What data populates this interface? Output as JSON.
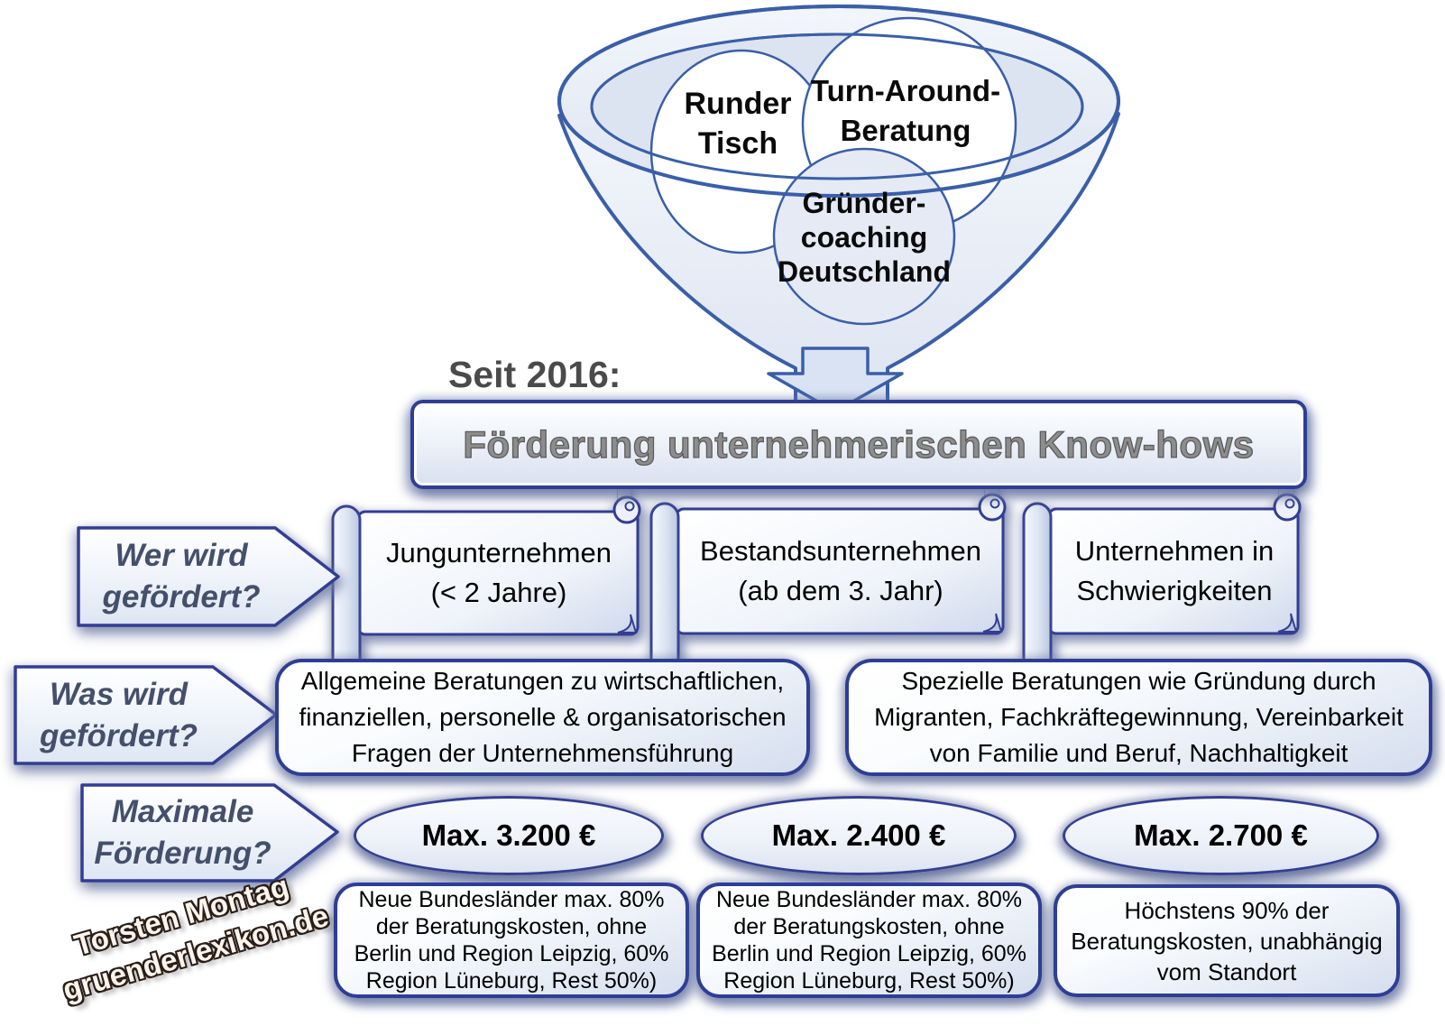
{
  "funnel": {
    "bubbles": [
      {
        "lines": [
          "Runder",
          "Tisch"
        ]
      },
      {
        "lines": [
          "Turn-Around-",
          "Beratung"
        ]
      },
      {
        "lines": [
          "Gründer-",
          "coaching",
          "Deutschland"
        ]
      }
    ]
  },
  "since_label": "Seit 2016:",
  "banner": {
    "title": "Förderung unternehmerischen Know-hows"
  },
  "question_arrows": {
    "who": {
      "lines": [
        "Wer wird",
        "gefördert?"
      ]
    },
    "what": {
      "lines": [
        "Was wird",
        "gefördert?"
      ]
    },
    "max": {
      "lines": [
        "Maximale",
        "Förderung?"
      ]
    }
  },
  "scrolls": [
    {
      "lines": [
        "Jungunternehmen",
        "(< 2 Jahre)"
      ]
    },
    {
      "lines": [
        "Bestandsunternehmen",
        "(ab dem 3. Jahr)"
      ]
    },
    {
      "lines": [
        "Unternehmen in",
        "Schwierigkeiten"
      ]
    }
  ],
  "what_boxes": [
    {
      "lines": [
        "Allgemeine Beratungen zu wirtschaftlichen,",
        "finanziellen, personelle & organisatorischen",
        "Fragen der Unternehmensführung"
      ]
    },
    {
      "lines": [
        "Spezielle Beratungen wie Gründung durch",
        "Migranten, Fachkräftegewinnung, Vereinbarkeit",
        "von Familie und Beruf, Nachhaltigkeit"
      ]
    }
  ],
  "max_ellipses": [
    "Max. 3.200 €",
    "Max. 2.400 €",
    "Max. 2.700 €"
  ],
  "detail_boxes": [
    {
      "lines": [
        "Neue Bundesländer max. 80%",
        "der Beratungskosten, ohne",
        "Berlin und Region Leipzig, 60%",
        "Region Lüneburg, Rest 50%)"
      ]
    },
    {
      "lines": [
        "Neue Bundesländer max. 80%",
        "der Beratungskosten, ohne",
        "Berlin und Region Leipzig, 60%",
        "Region Lüneburg, Rest 50%)"
      ]
    },
    {
      "lines": [
        "Höchstens 90% der",
        "Beratungskosten, unabhängig",
        "vom Standort"
      ]
    }
  ],
  "watermark": {
    "lines": [
      "Torsten Montag",
      "gruenderlexikon.de"
    ]
  },
  "colors": {
    "border_navy": "#2e3e95",
    "funnel_stroke": "#3a5fa8",
    "question_text": "#44506b",
    "banner_text": "#8d8d8d",
    "shadow_glow": "#6977a3",
    "fill_light": "#eef2f9"
  }
}
